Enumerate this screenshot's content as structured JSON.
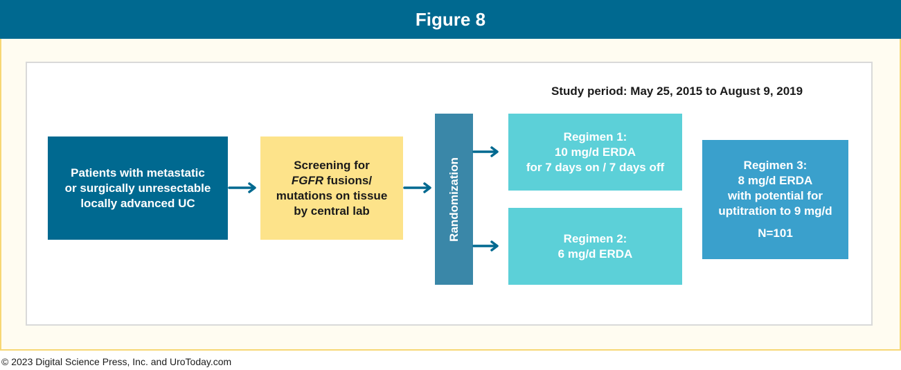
{
  "header": {
    "title": "Figure 8"
  },
  "study_period": "Study period: May 25, 2015 to August 9, 2019",
  "boxes": {
    "patients": {
      "lines": [
        "Patients with metastatic",
        "or surgically unresectable",
        "locally advanced UC"
      ]
    },
    "screening": {
      "line1": "Screening for",
      "line2_italic": "FGFR",
      "line2_rest": " fusions/",
      "line3": "mutations on tissue",
      "line4": "by central lab"
    },
    "randomization": "Randomization",
    "regimen1": {
      "lines": [
        "Regimen 1:",
        "10 mg/d ERDA",
        "for 7 days on / 7 days off"
      ]
    },
    "regimen2": {
      "lines": [
        "Regimen 2:",
        "6 mg/d ERDA"
      ]
    },
    "regimen3": {
      "lines": [
        "Regimen 3:",
        "8 mg/d ERDA",
        "with potential for",
        "uptitration to 9 mg/d"
      ],
      "n": "N=101"
    }
  },
  "colors": {
    "header": "#006990",
    "frame_border": "#f7d774",
    "frame_fill": "#fffcf1",
    "patients_box": "#006990",
    "screening_box": "#fde38a",
    "randomization_box": "#3a87a8",
    "regimen_box": "#5cd0d8",
    "regimen3_box": "#3aa0cc",
    "arrow": "#006990"
  },
  "footer": "© 2023 Digital Science Press, Inc. and UroToday.com"
}
